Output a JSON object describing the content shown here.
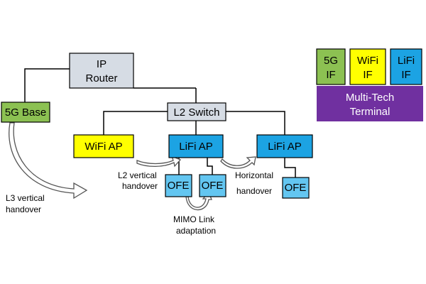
{
  "colors": {
    "router": "#d6dce4",
    "switch": "#d6dce4",
    "base5g": "#8cc152",
    "wifi": "#ffff00",
    "lifi": "#1ca3e3",
    "ofe": "#63c6f1",
    "terminal": "#7030a0",
    "border": "#000000"
  },
  "nodes": {
    "ip_router": {
      "line1": "IP",
      "line2": "Router"
    },
    "l2_switch": {
      "label": "L2 Switch"
    },
    "base_5g": {
      "label": "5G Base"
    },
    "wifi_ap": {
      "label": "WiFi AP"
    },
    "lifi_ap_1": {
      "label": "LiFi AP"
    },
    "lifi_ap_2": {
      "label": "LiFi AP"
    },
    "ofe_1": {
      "label": "OFE"
    },
    "ofe_2": {
      "label": "OFE"
    },
    "ofe_3": {
      "label": "OFE"
    }
  },
  "terminal": {
    "if_5g": {
      "line1": "5G",
      "line2": "IF"
    },
    "if_wifi": {
      "line1": "WiFi",
      "line2": "IF"
    },
    "if_lifi": {
      "line1": "LiFi",
      "line2": "IF"
    },
    "body": {
      "line1": "Multi-Tech",
      "line2": "Terminal"
    }
  },
  "annotations": {
    "l3_vertical": {
      "line1": "L3 vertical",
      "line2": "handover"
    },
    "l2_vertical": {
      "line1": "L2 vertical",
      "line2": "handover"
    },
    "horizontal": {
      "line1": "Horizontal",
      "line2": "handover"
    },
    "mimo": {
      "line1": "MIMO Link",
      "line2": "adaptation"
    }
  }
}
